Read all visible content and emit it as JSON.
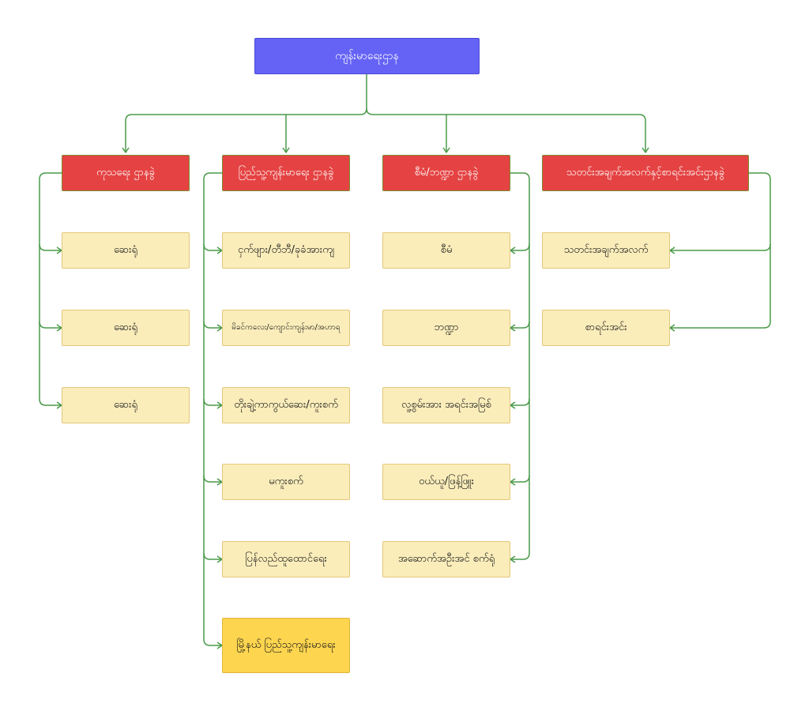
{
  "root": {
    "label": "ကျန်းမာရေးဌာန"
  },
  "departments": [
    {
      "label": "ကုသရေး ဌာနခွဲ",
      "children": [
        "ဆေးရုံ",
        "ဆေးရုံ",
        "ဆေးရုံ"
      ]
    },
    {
      "label": "ပြည်သူ့ကျန်းမာရေး ဌာနခွဲ",
      "children": [
        "ငှက်ဖျား/တီဘီ/ခုခံအားကျ",
        "မိခင်ကလေး/ကျောင်းကျန်းမာ/အဟာရ",
        "တိုးချဲ့ကာကွယ်ဆေး/ကူးစက်",
        "မကူးစက်",
        "ပြန်လည်ထူထောင်ရေး",
        "မြို့နယ် ပြည်သူ့ကျန်းမာရေး"
      ]
    },
    {
      "label": "စီမံ/ဘဏ္ဍာ ဌာနခွဲ",
      "children": [
        "စီမံ",
        "ဘဏ္ဍာ",
        "လူ့စွမ်းအား အရင်းအမြစ်",
        "ဝယ်ယူ/ဖြန့်ဖြူး",
        "အဆောက်အဦးအင် စက်ရုံ"
      ]
    },
    {
      "label": "သတင်းအချက်အလက်နှင့်စာရင်းအင်းဌာနခွဲ",
      "children": [
        "သတင်းအချက်အလက်",
        "စာရင်းအင်း"
      ]
    }
  ],
  "colors": {
    "root": "#6563f5",
    "department": "#e54343",
    "leaf": "#faedba",
    "leaf_highlight": "#fdd54f",
    "connector": "#4a9a4a"
  }
}
